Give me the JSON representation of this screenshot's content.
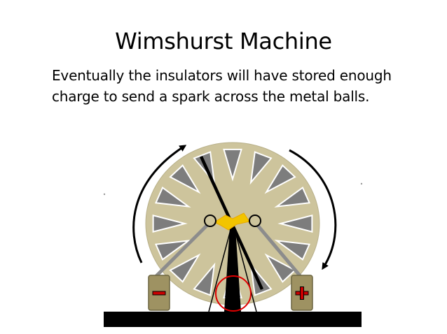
{
  "slide": {
    "title": "Wimshurst Machine",
    "body": "Eventually the insulators will have stored enough charge to send a spark across the metal balls."
  },
  "diagram": {
    "elements": {
      "disk": "wimshurst-disk",
      "sectors": "metal-sectors",
      "spark": "spark-gap",
      "left_terminal": "negative-jar",
      "right_terminal": "positive-jar",
      "base": "base-platform",
      "rotation_arrows": "rotation-arrows",
      "crank_circle": "crank-circle"
    },
    "colors": {
      "disk": "#cdc49c",
      "sector": "#7d7d7d",
      "jar": "#9e9262",
      "sign": "#cc0000",
      "base": "#000000",
      "spark": "#f2c400",
      "crank": "#e00000"
    }
  }
}
